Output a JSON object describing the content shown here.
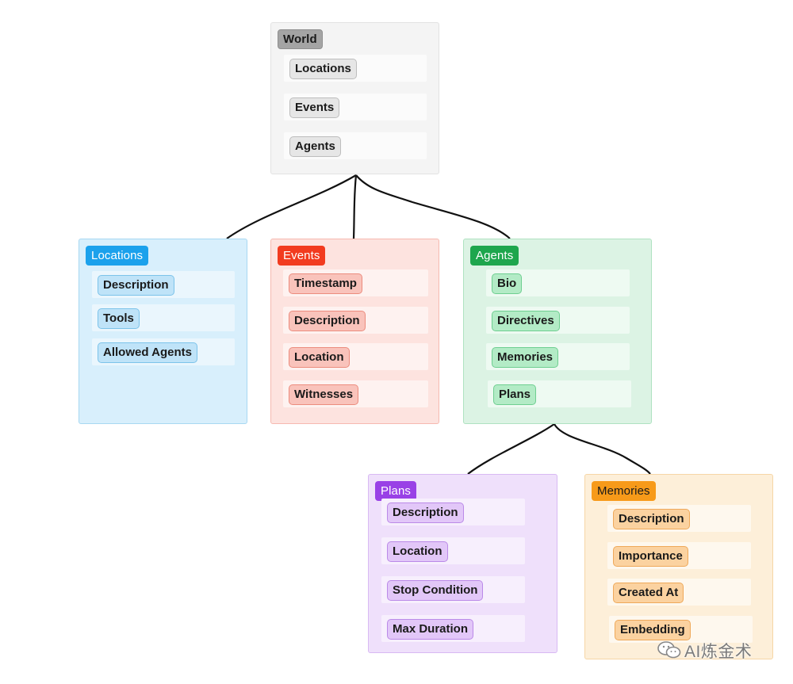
{
  "world": {
    "title": "World",
    "fields": [
      "Locations",
      "Events",
      "Agents"
    ]
  },
  "locations": {
    "title": "Locations",
    "fields": [
      "Description",
      "Tools",
      "Allowed Agents"
    ]
  },
  "events": {
    "title": "Events",
    "fields": [
      "Timestamp",
      "Description",
      "Location",
      "Witnesses"
    ]
  },
  "agents": {
    "title": "Agents",
    "fields": [
      "Bio",
      "Directives",
      "Memories",
      "Plans"
    ]
  },
  "plans": {
    "title": "Plans",
    "fields": [
      "Description",
      "Location",
      "Stop Condition",
      "Max Duration"
    ]
  },
  "memories": {
    "title": "Memories",
    "fields": [
      "Description",
      "Importance",
      "Created At",
      "Embedding"
    ]
  },
  "watermark": {
    "text": "AI炼金术",
    "icon": "wechat-logo-icon"
  },
  "colors": {
    "world": "#a4a4a4",
    "locations": "#1ba1ec",
    "events": "#f23b1f",
    "agents": "#1ea64d",
    "plans": "#9941e6",
    "memories": "#f79a19",
    "connector": "#111111"
  }
}
